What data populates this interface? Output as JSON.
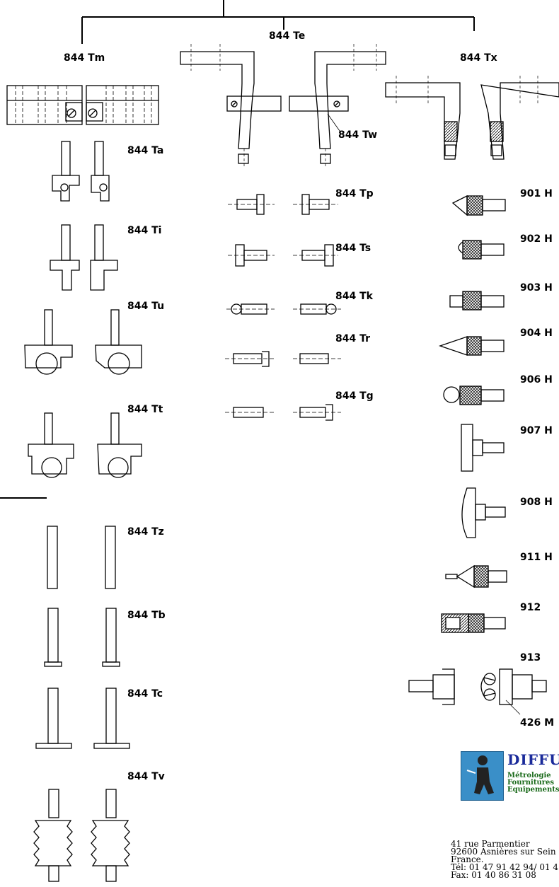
{
  "labels": {
    "te": "844 Te",
    "tm": "844 Tm",
    "tx": "844 Tx",
    "tw": "844 Tw",
    "ta": "844 Ta",
    "ti": "844 Ti",
    "tu": "844 Tu",
    "tt": "844 Tt",
    "tz": "844 Tz",
    "tb": "844 Tb",
    "tc": "844 Tc",
    "tv": "844 Tv",
    "tp": "844 Tp",
    "ts": "844 Ts",
    "tk": "844 Tk",
    "tr": "844 Tr",
    "tg": "844 Tg",
    "h901": "901 H",
    "h902": "902 H",
    "h903": "903 H",
    "h904": "904 H",
    "h906": "906 H",
    "h907": "907 H",
    "h908": "908 H",
    "h911": "911 H",
    "n912": "912",
    "n913": "913",
    "m426": "426 M"
  },
  "company": {
    "name": "DIFFU",
    "tagline_1": "Métrologie",
    "tagline_2": "Fournitures I",
    "tagline_3": "Equipements",
    "address_1": "41 rue Parmentier",
    "address_2": "92600 Asnières sur Sein",
    "address_3": "France.",
    "phone": "Tél: 01 47 91 42 94/ 01 4",
    "fax": "Fax: 01 40 86 31 08"
  },
  "colors": {
    "logo_blue": "#3a8fc8",
    "logo_text": "#1a2a9a",
    "logo_tag": "#1a6a1a"
  }
}
